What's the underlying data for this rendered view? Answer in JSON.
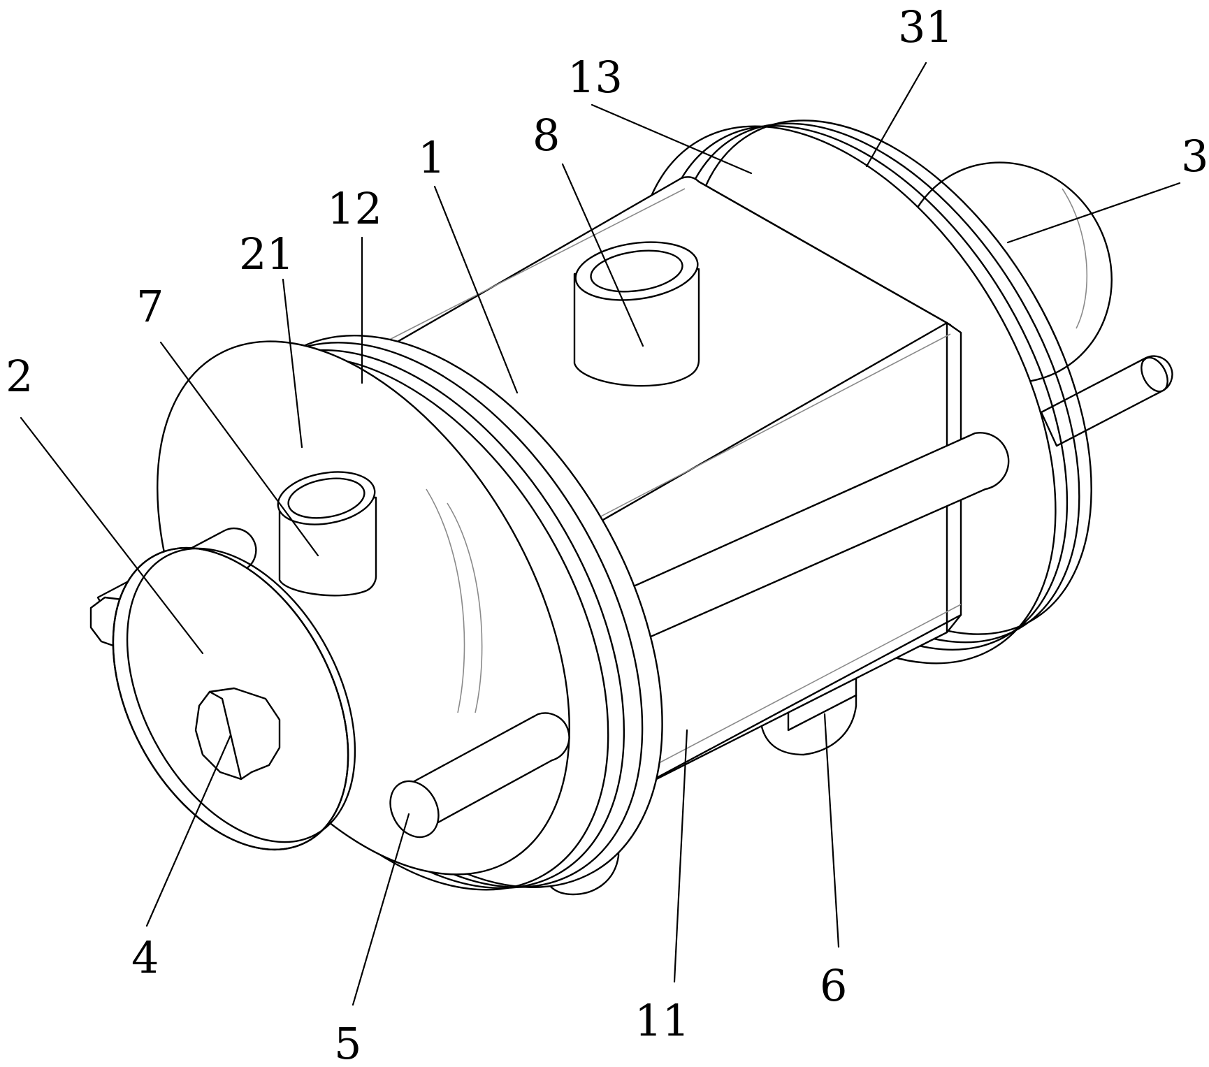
{
  "labels": {
    "l1": "1",
    "l2": "2",
    "l3": "3",
    "l4": "4",
    "l5": "5",
    "l6": "6",
    "l7": "7",
    "l8": "8",
    "l11": "11",
    "l12": "12",
    "l13": "13",
    "l21": "21",
    "l31": "31"
  }
}
